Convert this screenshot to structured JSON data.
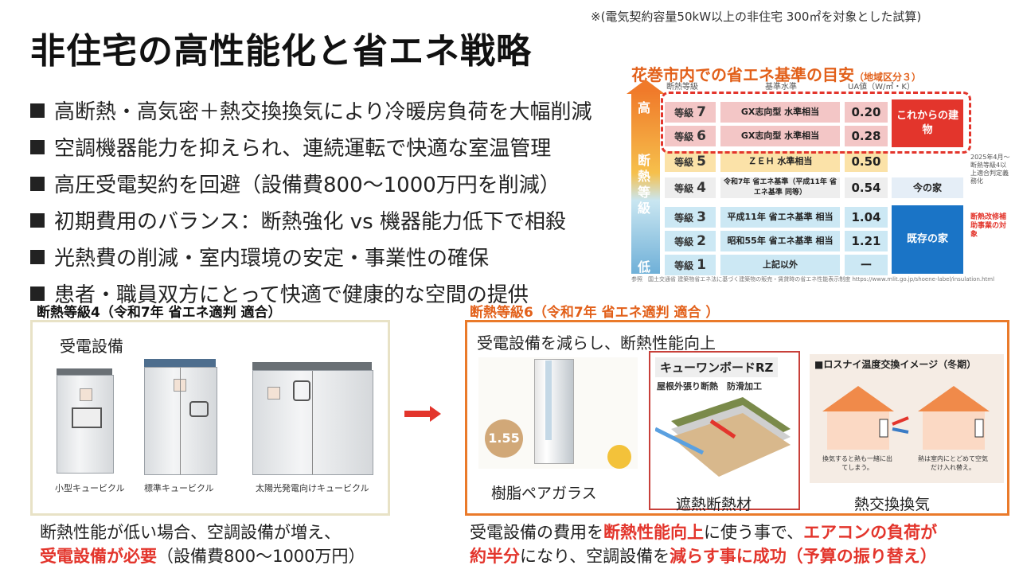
{
  "note": "※(電気契約容量50kW以上の非住宅 300㎡を対象とした試算)",
  "title": "非住宅の高性能化と省エネ戦略",
  "bullets": [
    "高断熱・高気密＋熱交換換気により冷暖房負荷を大幅削減",
    "空調機器能力を抑えられ、連続運転で快適な室温管理",
    "高圧受電契約を回避（設備費800〜1000万円を削減）",
    "初期費用のバランス：断熱強化 vs 機器能力低下で相殺",
    "光熱費の削減・室内環境の安定・事業性の確保",
    "患者・職員双方にとって快適で健康的な空間の提供"
  ],
  "standards": {
    "title": "花巻市内での省エネ基準の目安",
    "region": "（地域区分３）",
    "headers": [
      "断熱等級",
      "基準水準",
      "UA値（W/㎡・K）"
    ],
    "vertical": [
      "高",
      "断",
      "熱",
      "等",
      "級",
      "低"
    ],
    "rows": [
      {
        "level": "7",
        "std": "GX志向型 水準相当",
        "ua": "0.20",
        "color": "#f3c6c6"
      },
      {
        "level": "6",
        "std": "GX志向型 水準相当",
        "ua": "0.28",
        "color": "#f3c6c6"
      },
      {
        "level": "5",
        "std": "ＺＥＨ 水準相当",
        "ua": "0.50",
        "color": "#fbe2a8"
      },
      {
        "level": "4",
        "std": "令和7年 省エネ基準（平成11年 省エネ基準 同等）",
        "ua": "0.54",
        "color": "#eeeeee"
      },
      {
        "level": "3",
        "std": "平成11年 省エネ基準 相当",
        "ua": "1.04",
        "color": "#cce8f4"
      },
      {
        "level": "2",
        "std": "昭和55年 省エネ基準 相当",
        "ua": "1.21",
        "color": "#cce8f4"
      },
      {
        "level": "1",
        "std": "上記以外",
        "ua": "ー",
        "color": "#cce8f4"
      }
    ],
    "level_prefix": "等級",
    "future_label": "これからの建物",
    "now_label": "今の家",
    "existing_label": "既存の家",
    "side_note1": "2025年4月〜断熱等級4以上適合判定義務化",
    "side_note2": "断熱改修補助事業の対象",
    "reference": "参照　国土交通省 建築物省エネ法に基づく建築物の販売・賃貸時の省エネ性能表示制度 https://www.mlit.go.jp/shoene-label/insulation.html"
  },
  "left_panel": {
    "heading": "断熱等級4（令和7年 省エネ適判 適合）",
    "title": "受電設備",
    "cabinets": [
      "小型キュービクル",
      "標準キュービクル",
      "太陽光発電向けキュービクル"
    ],
    "bottom_line1": "断熱性能が低い場合、空調設備が増え、",
    "bottom_red": "受電設備が必要",
    "bottom_rest": "（設備費800〜1000万円）"
  },
  "right_panel": {
    "heading": "断熱等級6（令和7年 省エネ適判 適合 ）",
    "title": "受電設備を減らし、断熱性能向上",
    "window_caption": "樹脂ペアガラス",
    "window_value": "1.55",
    "insulation_logo": "キューワンボードRZ",
    "insulation_sub": "屋根外張り断熱　防滑加工",
    "insulation_caption": "遮熱断熱材",
    "lossnay_title": "■ロスナイ温度交換イメージ（冬期）",
    "lossnay_left_note": "換気すると熱も一緒に出てしまう。",
    "lossnay_right_note": "熱は室内にとどめて空気だけ入れ替え。",
    "lossnay_caption": "熱交換換気",
    "bottom_a": "受電設備の費用を",
    "bottom_b": "断熱性能向上",
    "bottom_c": "に使う事で、",
    "bottom_d": "エアコンの負荷が",
    "bottom_e": "約半分",
    "bottom_f": "になり、空調設備を",
    "bottom_g": "減らす事に成功（予算の振り替え）"
  }
}
